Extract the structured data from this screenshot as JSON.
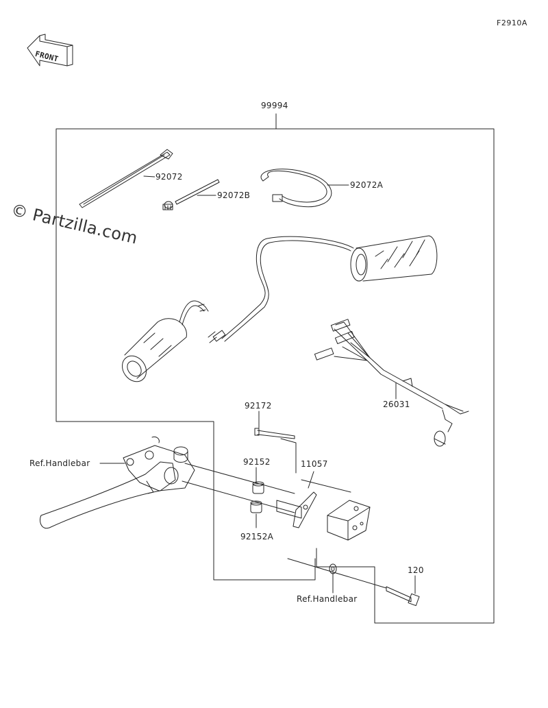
{
  "figure_id": "F2910A",
  "front_label": "FRONT",
  "watermark": "© Partzilla.com",
  "callouts": {
    "kit": "99994",
    "tie_long": "92072",
    "tie_short": "92072B",
    "tie_loop": "92072A",
    "harness": "26031",
    "screw": "92172",
    "collar": "92152",
    "collar_a": "92152A",
    "switch": "11057",
    "ref_handlebar_left": "Ref.Handlebar",
    "ref_handlebar_right": "Ref.Handlebar",
    "bolt": "120"
  }
}
